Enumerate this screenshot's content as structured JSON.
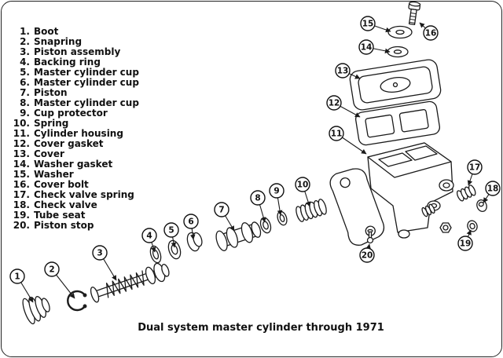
{
  "caption": "Dual system master cylinder through 1971",
  "colors": {
    "ink": "#1a1a1a",
    "background": "#ffffff"
  },
  "parts": [
    {
      "num": "1.",
      "name": "Boot"
    },
    {
      "num": "2.",
      "name": "Snapring"
    },
    {
      "num": "3.",
      "name": "Piston assembly"
    },
    {
      "num": "4.",
      "name": "Backing ring"
    },
    {
      "num": "5.",
      "name": "Master cylinder cup"
    },
    {
      "num": "6.",
      "name": "Master cylinder cup"
    },
    {
      "num": "7.",
      "name": "Piston"
    },
    {
      "num": "8.",
      "name": "Master cylinder cup"
    },
    {
      "num": "9.",
      "name": "Cup protector"
    },
    {
      "num": "10.",
      "name": "Spring"
    },
    {
      "num": "11.",
      "name": "Cylinder housing"
    },
    {
      "num": "12.",
      "name": "Cover gasket"
    },
    {
      "num": "13.",
      "name": "Cover"
    },
    {
      "num": "14.",
      "name": "Washer gasket"
    },
    {
      "num": "15.",
      "name": "Washer"
    },
    {
      "num": "16.",
      "name": "Cover bolt"
    },
    {
      "num": "17.",
      "name": "Check valve spring"
    },
    {
      "num": "18.",
      "name": "Check valve"
    },
    {
      "num": "19.",
      "name": "Tube seat"
    },
    {
      "num": "20.",
      "name": "Piston stop"
    }
  ],
  "callouts": [
    "1",
    "2",
    "3",
    "4",
    "5",
    "6",
    "7",
    "8",
    "9",
    "10",
    "11",
    "12",
    "13",
    "14",
    "15",
    "16",
    "17",
    "18",
    "19",
    "20"
  ]
}
